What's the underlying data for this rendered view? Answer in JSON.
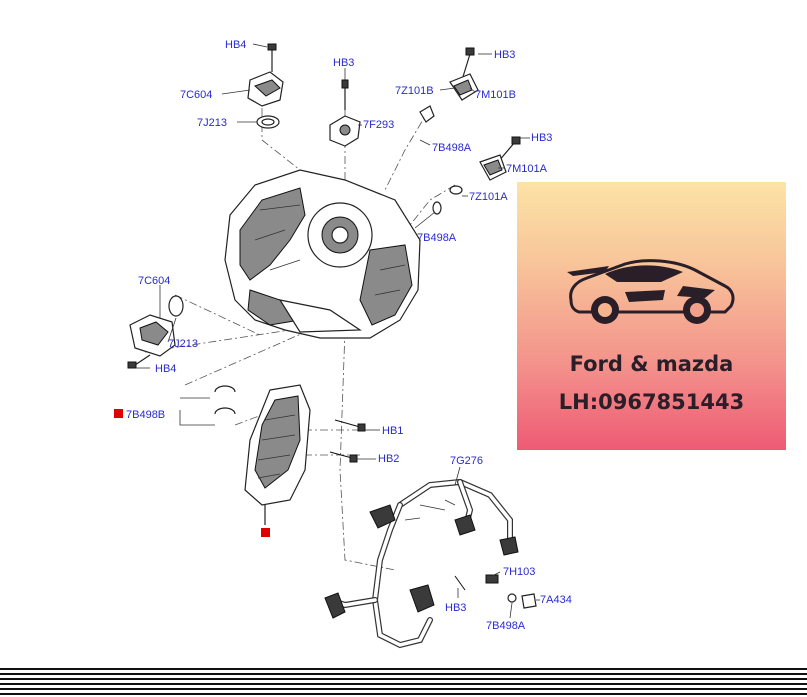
{
  "labels": {
    "hb4_top": "HB4",
    "c604_top": "7C604",
    "j213_top": "7J213",
    "hb3_a": "HB3",
    "f293": "7F293",
    "hb3_b": "HB3",
    "z101b": "7Z101B",
    "m101b": "7M101B",
    "b498a_a": "7B498A",
    "hb3_c": "HB3",
    "m101a": "7M101A",
    "z101a": "7Z101A",
    "b498a_b": "7B498A",
    "c604_left": "7C604",
    "j213_left": "7J213",
    "hb4_left": "HB4",
    "b498b": "7B498B",
    "hb1": "HB1",
    "hb2": "HB2",
    "g276": "7G276",
    "h103": "7H103",
    "hb3_d": "HB3",
    "a434": "7A434",
    "b498a_c": "7B498A"
  },
  "banner": {
    "brand": "Ford & mazda",
    "phone": "LH:0967851443"
  },
  "colors": {
    "label_blue": "#2a2ad0",
    "marker_red": "#e00000",
    "banner_top": "#fce3a6",
    "banner_bottom": "#ee5a74"
  }
}
